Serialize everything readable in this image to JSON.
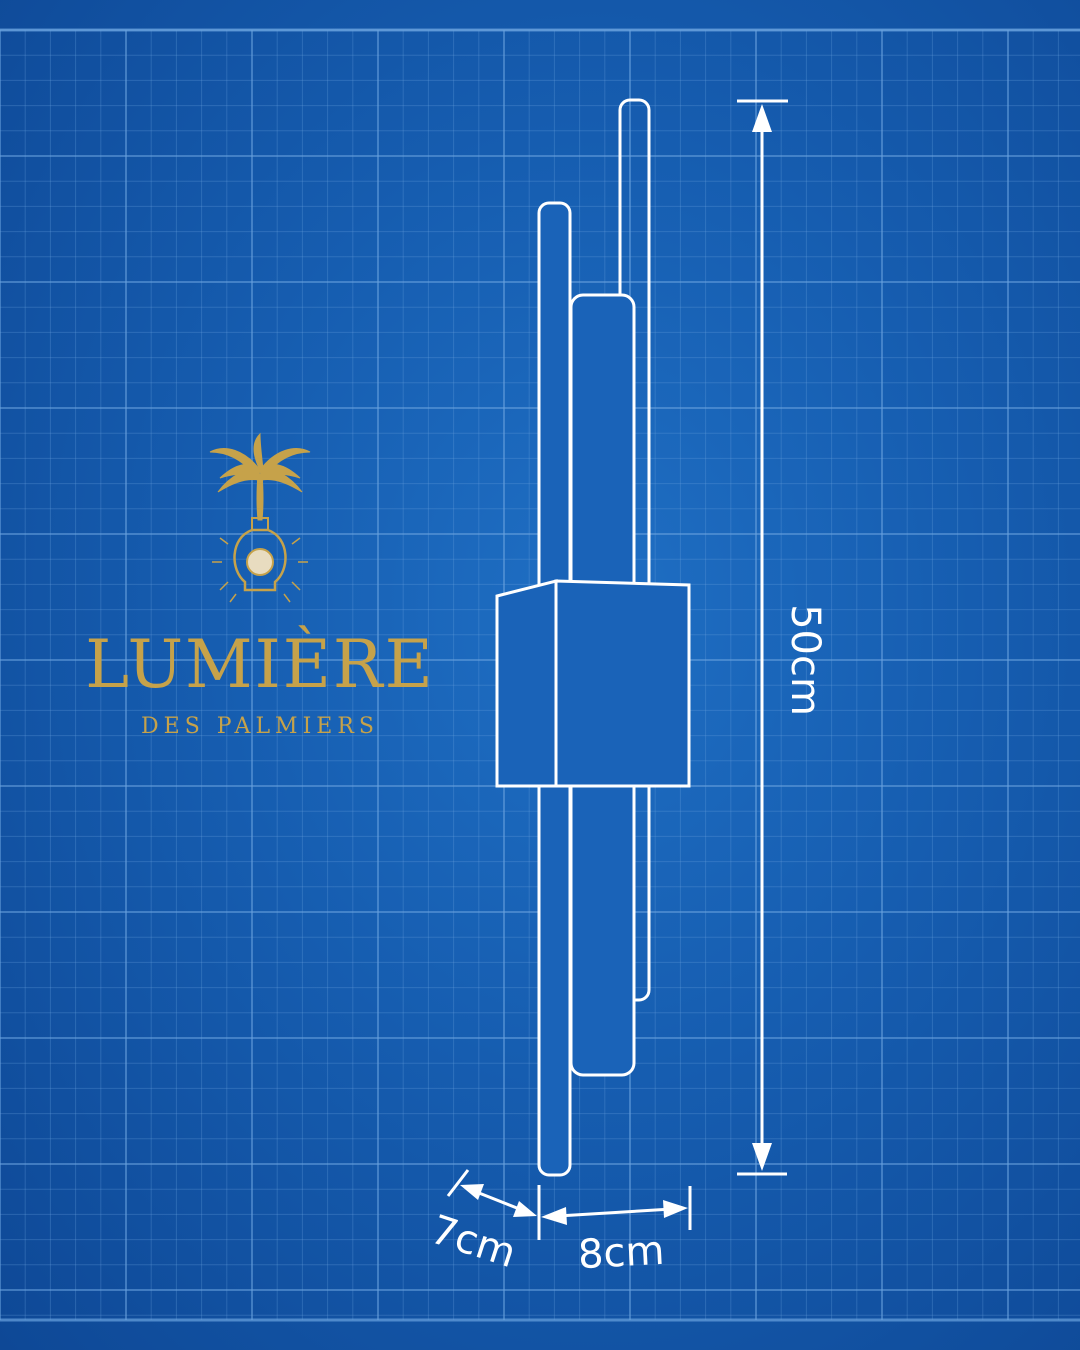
{
  "brand": {
    "name": "LUMIÈRE",
    "tagline": "DES PALMIERS",
    "logo_color": "#c6a24a"
  },
  "dimensions": {
    "height": "50cm",
    "depth": "7cm",
    "width": "8cm"
  },
  "colors": {
    "background": "#165db0",
    "lines": "#ffffff",
    "grid": "#6aa2de"
  }
}
